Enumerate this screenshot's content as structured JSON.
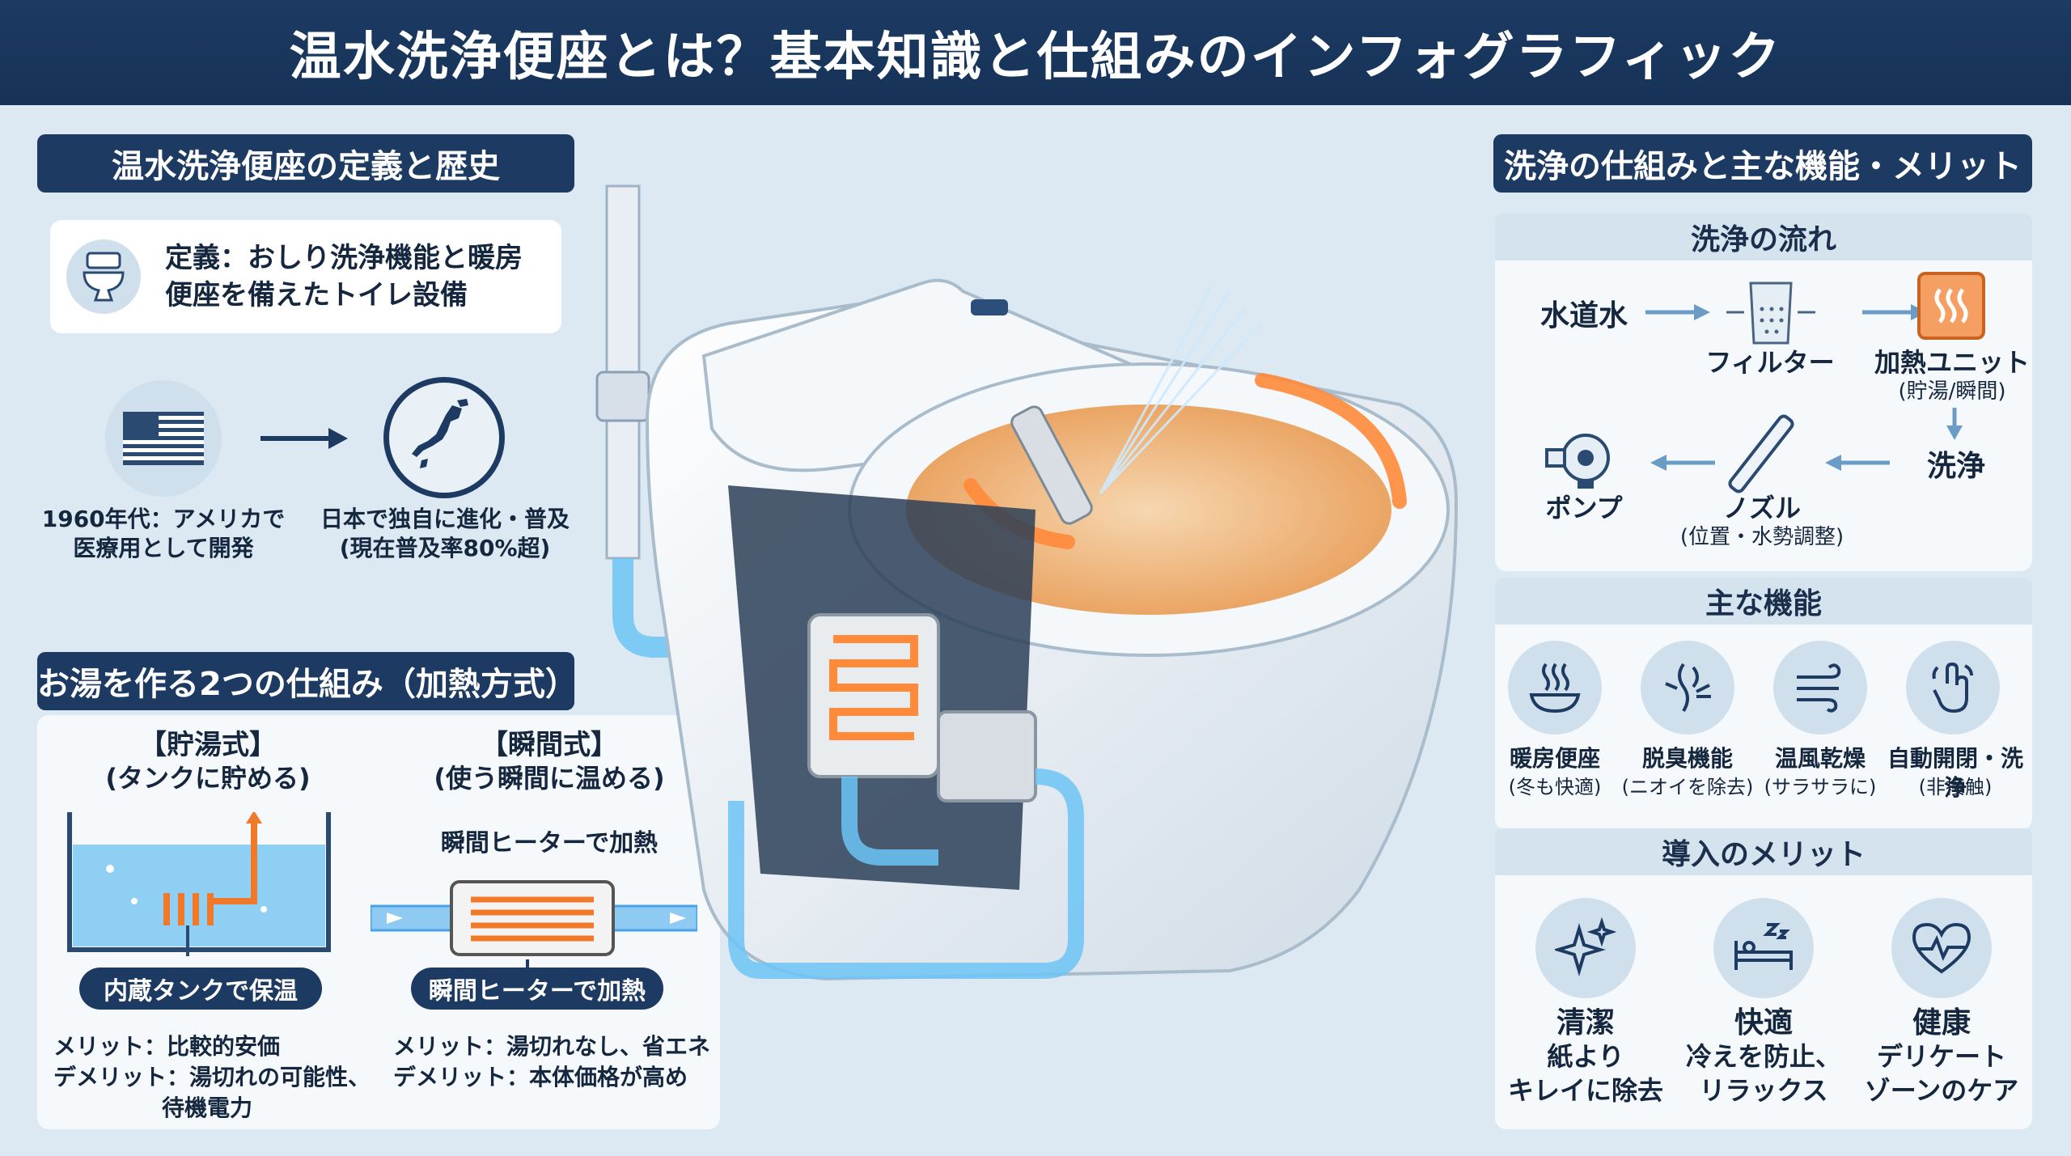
{
  "title": "温水洗浄便座とは？基本知識と仕組みのインフォグラフィック",
  "left": {
    "section1_header": "温水洗浄便座の定義と歴史",
    "definition_line1": "定義：おしり洗浄機能と暖房",
    "definition_line2": "便座を備えたトイレ設備",
    "history": [
      {
        "line1": "1960年代：アメリカで",
        "line2": "医療用として開発"
      },
      {
        "line1": "日本で独自に進化・普及",
        "line2": "(現在普及率80%超)"
      }
    ],
    "section2_header": "お湯を作る2つの仕組み（加熱方式）",
    "storage": {
      "title": "【貯湯式】",
      "subtitle": "(タンクに貯める)",
      "pill": "内蔵タンクで保温",
      "merit": "メリット：比較的安価",
      "demerit": "デメリット：湯切れの可能性、",
      "demerit2": "待機電力"
    },
    "instant": {
      "title": "【瞬間式】",
      "subtitle": "(使う瞬間に温める)",
      "label_top": "瞬間ヒーターで加熱",
      "pill": "瞬間ヒーターで加熱",
      "merit": "メリット：湯切れなし、省エネ",
      "demerit": "デメリット：本体価格が高め"
    }
  },
  "right": {
    "header": "洗浄の仕組みと主な機能・メリット",
    "flow_header": "洗浄の流れ",
    "flow": {
      "tap": "水道水",
      "filter": "フィルター",
      "heater": "加熱ユニット",
      "heater_sub": "(貯湯/瞬間)",
      "wash": "洗浄",
      "nozzle": "ノズル",
      "nozzle_sub": "(位置・水勢調整)",
      "pump": "ポンプ"
    },
    "functions_header": "主な機能",
    "functions": [
      {
        "label": "暖房便座",
        "sub": "(冬も快適)",
        "icon": "heated-seat-icon"
      },
      {
        "label": "脱臭機能",
        "sub": "(ニオイを除去)",
        "icon": "deodorize-icon"
      },
      {
        "label": "温風乾燥",
        "sub": "(サラサラに)",
        "icon": "warm-air-icon"
      },
      {
        "label": "自動開閉・洗浄",
        "sub": "(非接触)",
        "icon": "touchless-icon"
      }
    ],
    "merits_header": "導入のメリット",
    "merits": [
      {
        "l1": "清潔",
        "l2": "紙より",
        "l3": "キレイに除去",
        "icon": "sparkle-icon"
      },
      {
        "l1": "快適",
        "l2": "冷えを防止、",
        "l3": "リラックス",
        "icon": "sleep-bed-icon"
      },
      {
        "l1": "健康",
        "l2": "デリケート",
        "l3": "ゾーンのケア",
        "icon": "heart-pulse-icon"
      }
    ]
  },
  "colors": {
    "navy": "#1d3a62",
    "heat": "#f07a2a",
    "water": "#4aa3e8",
    "bg": "#dde9f2"
  }
}
